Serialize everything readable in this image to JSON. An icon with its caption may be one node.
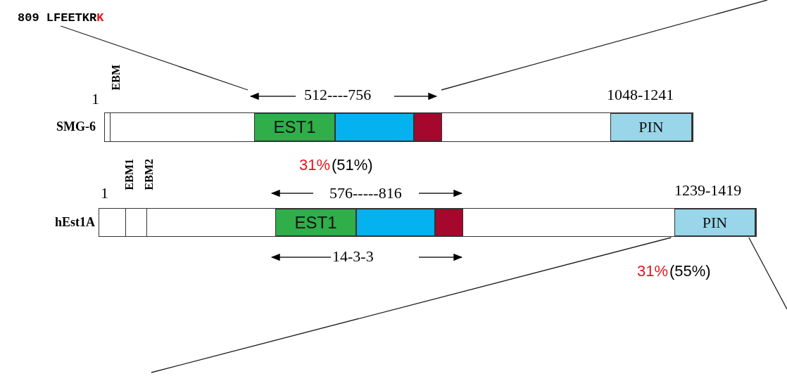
{
  "diagram": {
    "nodes": [
      {
        "text": [
          "809 LFEETKRK"
        ]
      },
      {
        "text": [
          "SMG-6"
        ]
      },
      {
        "text": [
          "EST1"
        ],
        "in": 1
      },
      {
        "text": [],
        "shape": "box",
        "in": 1
      },
      {
        "text": [],
        "shape": "box",
        "in": 1
      },
      {
        "text": [
          "PIN"
        ],
        "in": 1
      },
      {
        "text": [
          "hEst1A"
        ]
      },
      {
        "text": [
          "EST1"
        ],
        "in": 6
      },
      {
        "text": [],
        "shape": "box",
        "in": 6
      },
      {
        "text": [],
        "shape": "box",
        "in": 6
      },
      {
        "text": [
          "PIN"
        ],
        "in": 6
      }
    ],
    "edges": [
      {
        "from": 0,
        "to": null,
        "arrow": "none"
      },
      {
        "from": 10,
        "to": null,
        "arrow": "none"
      },
      {
        "from": 10,
        "to": null,
        "arrow": "none"
      }
    ],
    "labels": [
      "1",
      "EBM",
      "512----756",
      "1048-1241",
      "31%",
      "(51%)",
      "1",
      "EBM1",
      "EBM2",
      "576-----816",
      "1239-1419",
      "14-3-3",
      "31%",
      "(55%)"
    ]
  }
}
